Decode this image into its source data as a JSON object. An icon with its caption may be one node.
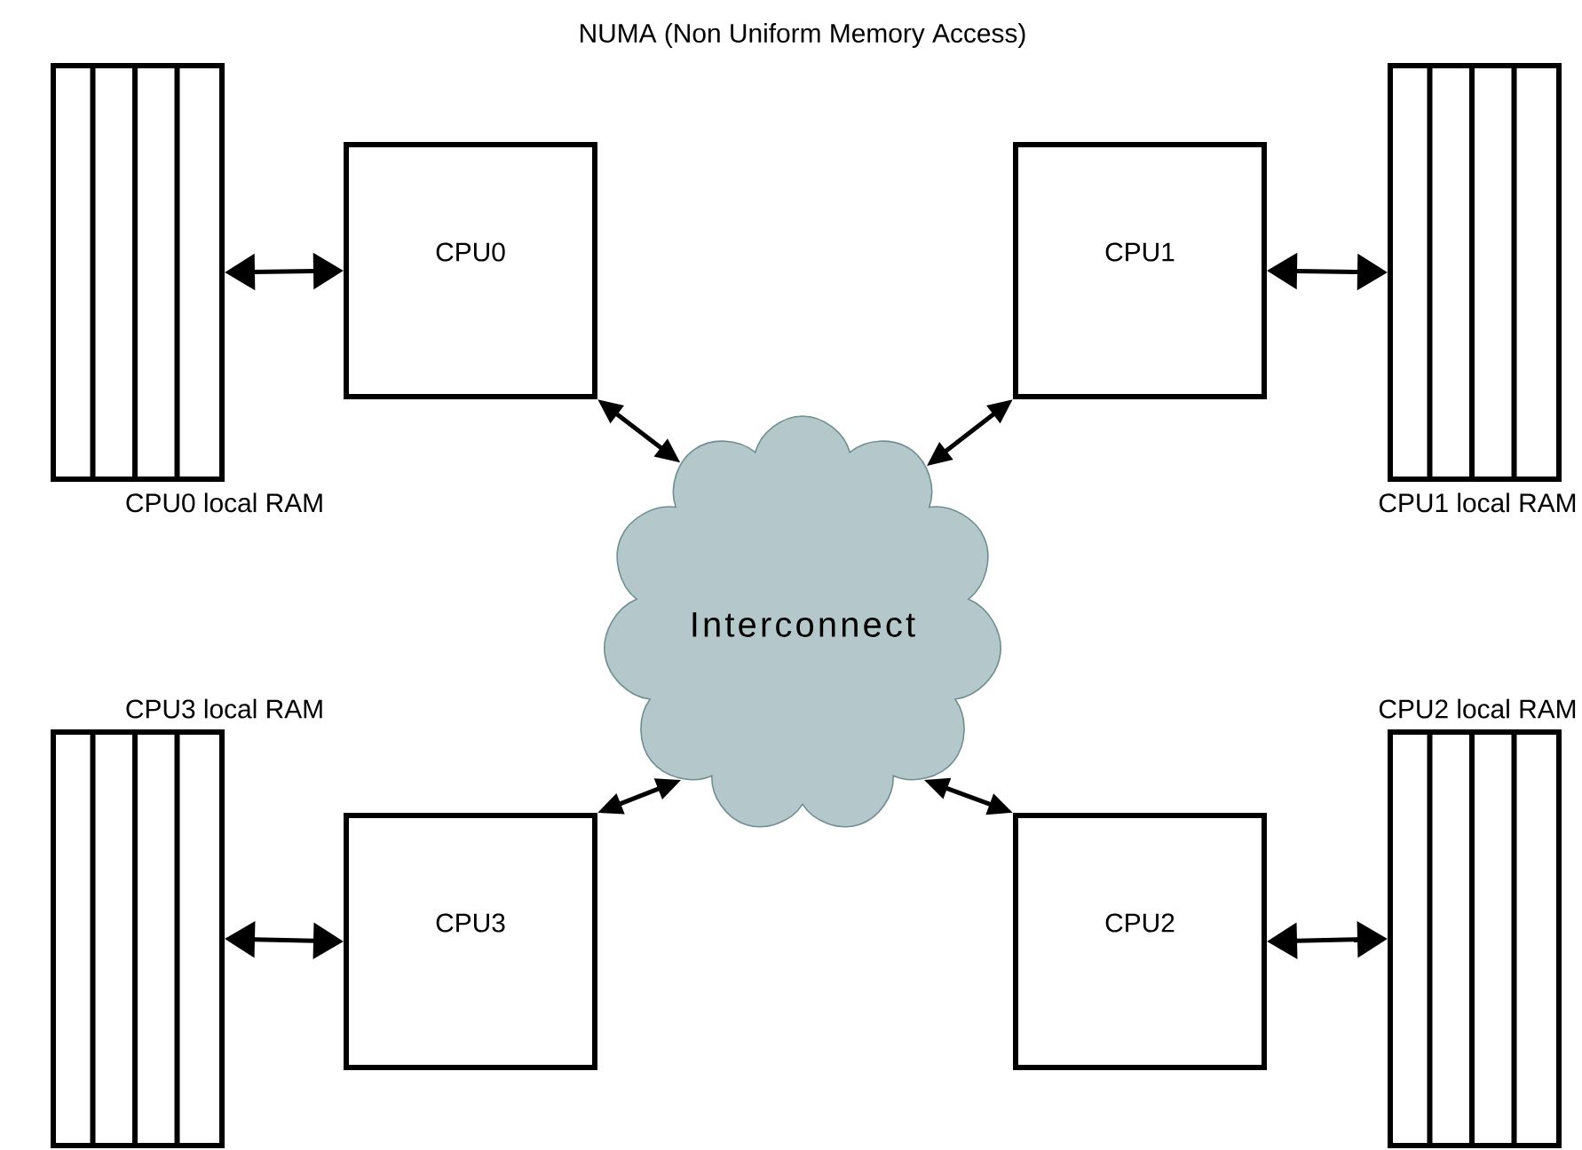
{
  "diagram": {
    "title": "NUMA (Non Uniform Memory Access)",
    "nodes": [
      {
        "text": [
          "CPU0 local RAM"
        ]
      },
      {
        "text": [
          "CPU0"
        ]
      },
      {
        "text": [
          "CPU1"
        ]
      },
      {
        "text": [
          "CPU1 local RAM"
        ]
      },
      {
        "text": [
          "Interconnect"
        ]
      },
      {
        "text": [
          "CPU3 local RAM"
        ]
      },
      {
        "text": [
          "CPU3"
        ]
      },
      {
        "text": [
          "CPU2"
        ]
      },
      {
        "text": [
          "CPU2 local RAM"
        ]
      }
    ],
    "edges": [
      {
        "from": 0,
        "to": 1,
        "arrow": "both"
      },
      {
        "from": 2,
        "to": 3,
        "arrow": "both"
      },
      {
        "from": 5,
        "to": 6,
        "arrow": "both"
      },
      {
        "from": 7,
        "to": 8,
        "arrow": "both"
      },
      {
        "from": 1,
        "to": 4,
        "arrow": "both"
      },
      {
        "from": 2,
        "to": 4,
        "arrow": "both"
      },
      {
        "from": 6,
        "to": 4,
        "arrow": "both"
      },
      {
        "from": 7,
        "to": 4,
        "arrow": "both"
      }
    ]
  }
}
